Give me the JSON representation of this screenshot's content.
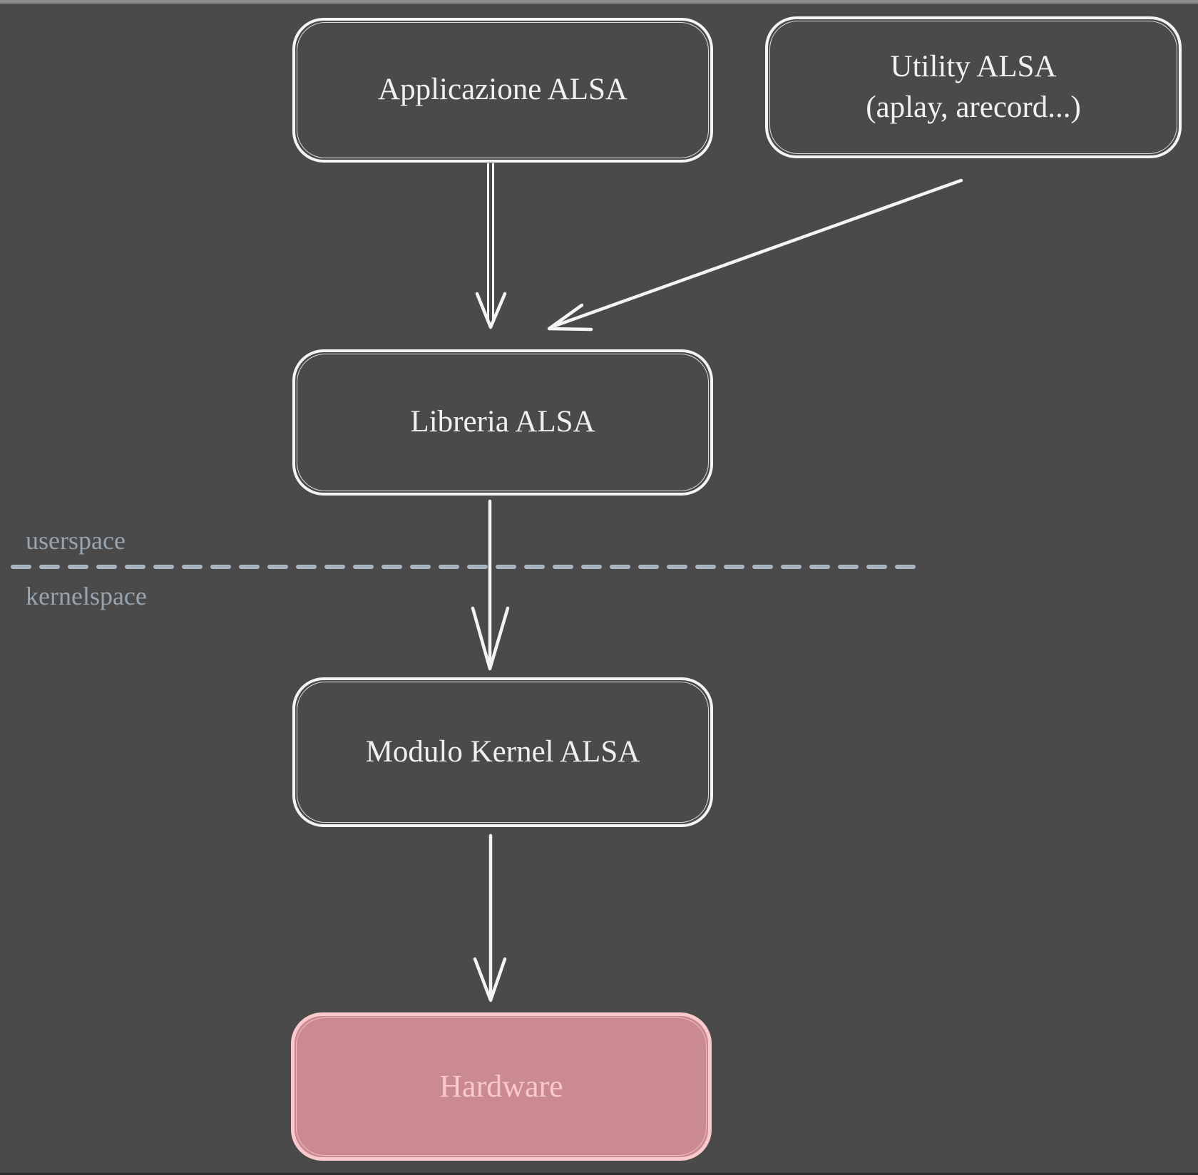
{
  "colors": {
    "background": "#4a4a4a",
    "stroke": "#f4f4f4",
    "node_text": "#f0f0f0",
    "region_text": "#98a5af",
    "divider": "#a9b5c0",
    "hardware_fill": "#ca8a8f",
    "hardware_border": "#f9c9ce",
    "hardware_text": "#f8c8cd",
    "frame_top": "#8d8d8d",
    "frame_bottom": "#2c2c2c"
  },
  "nodes": {
    "app": {
      "label": "Applicazione ALSA"
    },
    "utility": {
      "line1": "Utility ALSA",
      "line2": "(aplay, arecord...)"
    },
    "library": {
      "label": "Libreria ALSA"
    },
    "kernel_module": {
      "label": "Modulo Kernel ALSA"
    },
    "hardware": {
      "label": "Hardware"
    }
  },
  "regions": {
    "userspace": "userspace",
    "kernelspace": "kernelspace"
  }
}
